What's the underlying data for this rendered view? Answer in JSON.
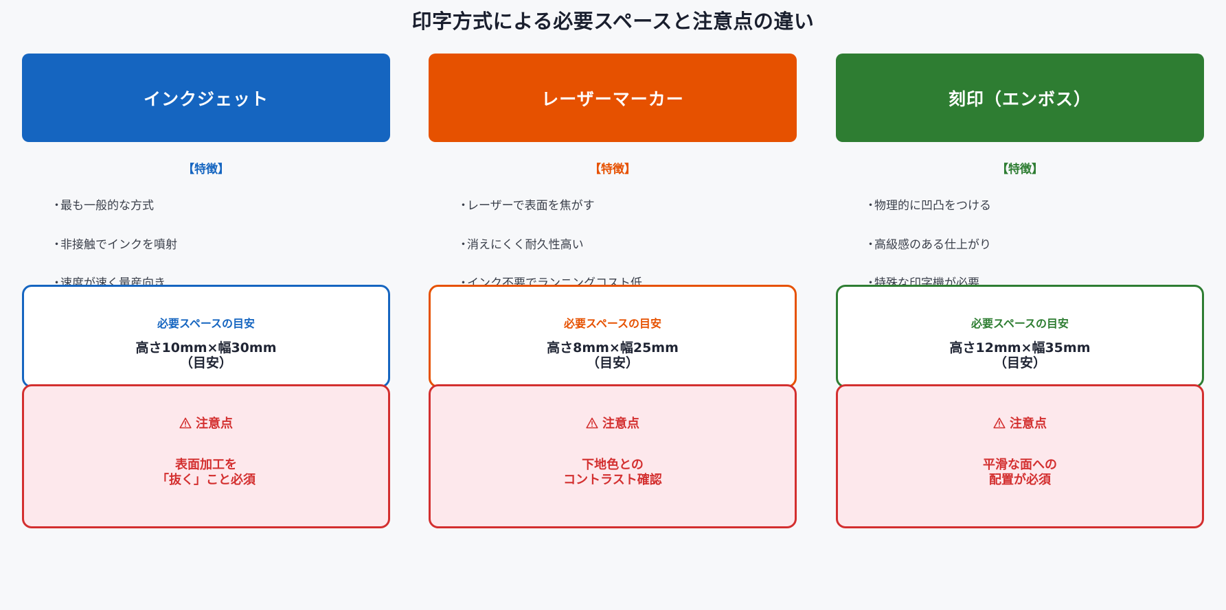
{
  "title": "印字方式による必要スペースと注意点の違い",
  "colors": {
    "inkjet": "#1565c0",
    "laser": "#e65100",
    "emboss": "#2e7d32",
    "warning": "#d32f2f",
    "warning_bg": "#fde8ec"
  },
  "columns": [
    {
      "name": "インクジェット",
      "feature_title": "【特徴】",
      "features": [
        "最も一般的な方式",
        "非接触でインクを噴射",
        "速度が速く量産向き"
      ],
      "space_label": "必要スペースの目安",
      "space_value_line1": "高さ10mm×幅30mm",
      "space_value_line2": "（目安）",
      "note_icon": "warning-triangle-icon",
      "note_title": "注意点",
      "note_line1": "表面加工を",
      "note_line2": "「抜く」こと必須"
    },
    {
      "name": "レーザーマーカー",
      "feature_title": "【特徴】",
      "features": [
        "レーザーで表面を焦がす",
        "消えにくく耐久性高い",
        "インク不要でランニングコスト低"
      ],
      "space_label": "必要スペースの目安",
      "space_value_line1": "高さ8mm×幅25mm",
      "space_value_line2": "（目安）",
      "note_icon": "warning-triangle-icon",
      "note_title": "注意点",
      "note_line1": "下地色との",
      "note_line2": "コントラスト確認"
    },
    {
      "name": "刻印（エンボス）",
      "feature_title": "【特徴】",
      "features": [
        "物理的に凹凸をつける",
        "高級感のある仕上がり",
        "特殊な印字機が必要"
      ],
      "space_label": "必要スペースの目安",
      "space_value_line1": "高さ12mm×幅35mm",
      "space_value_line2": "（目安）",
      "note_icon": "warning-triangle-icon",
      "note_title": "注意点",
      "note_line1": "平滑な面への",
      "note_line2": "配置が必須"
    }
  ]
}
